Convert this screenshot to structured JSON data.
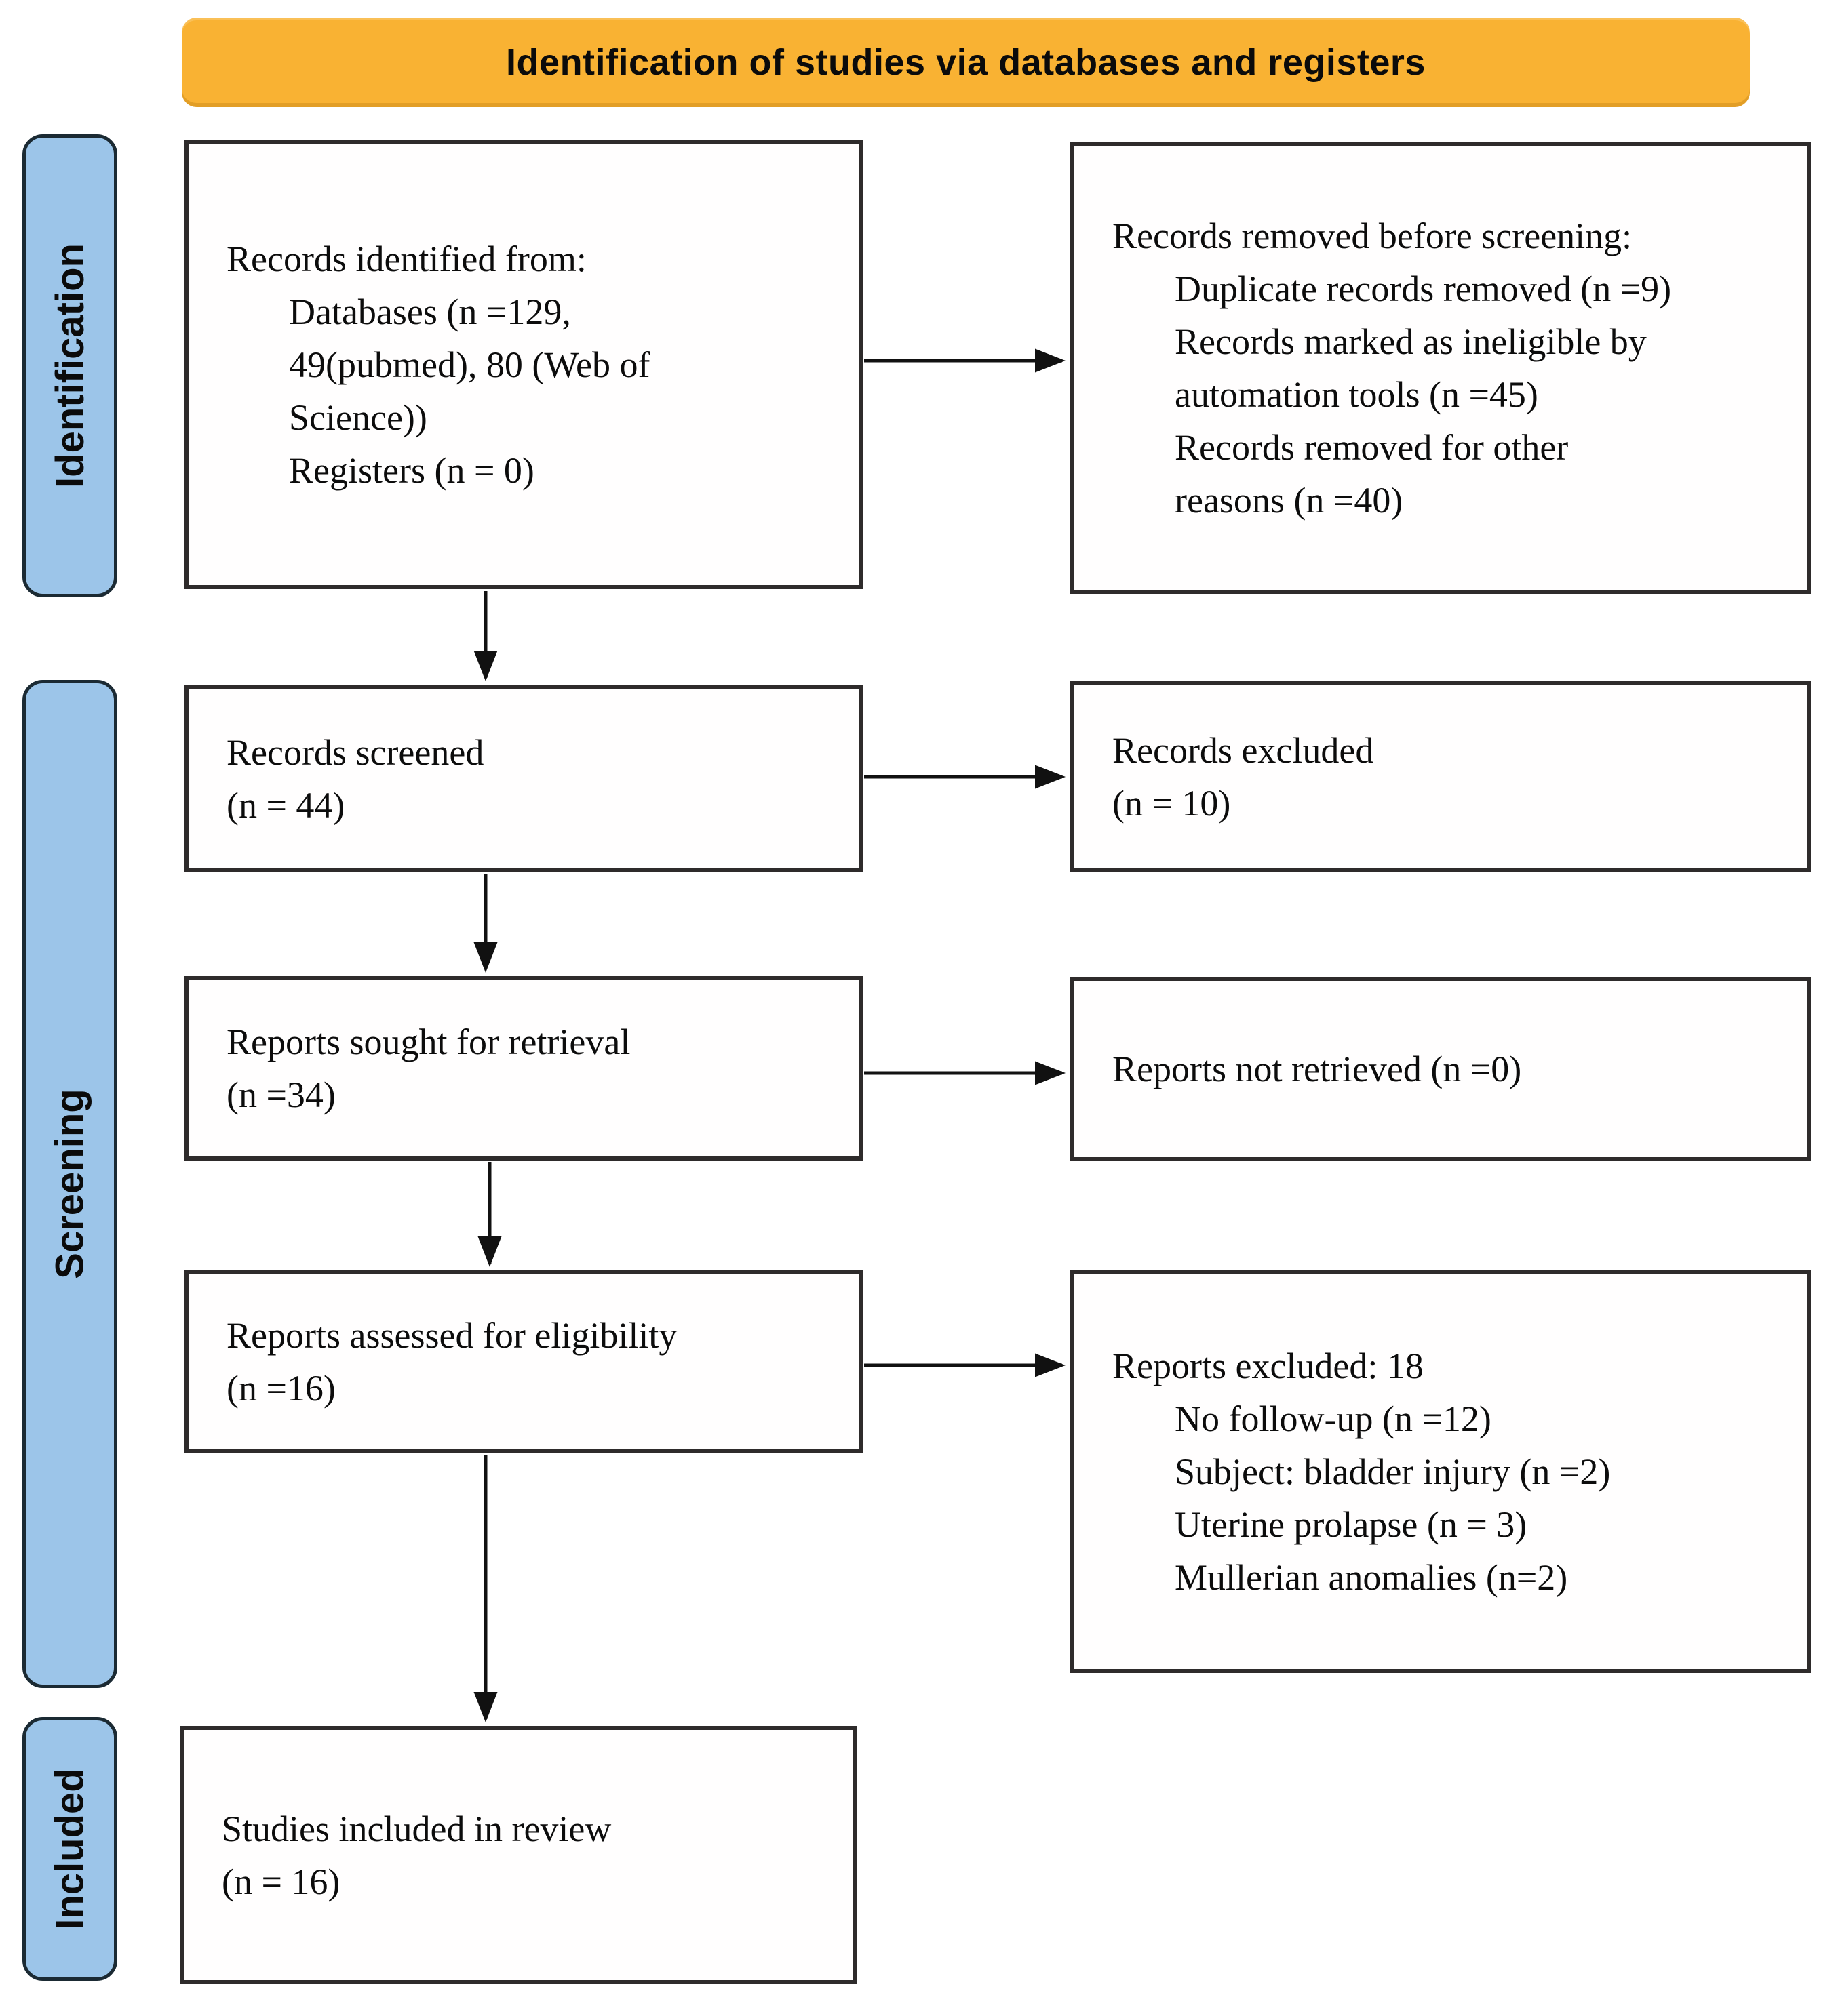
{
  "figure": {
    "kind": "PRISMA flow diagram"
  },
  "banner": {
    "label": "Identification of studies via databases and registers"
  },
  "stages": [
    {
      "label": "Identification"
    },
    {
      "label": "Screening"
    },
    {
      "label": "Included"
    }
  ],
  "boxes": {
    "records_identified": {
      "lines": [
        {
          "text": "Records identified from:",
          "indent": false
        },
        {
          "text": "Databases (n =129,",
          "indent": true
        },
        {
          "text": "49(pubmed), 80 (Web of",
          "indent": true
        },
        {
          "text": "Science))",
          "indent": true
        },
        {
          "text": "Registers (n = 0)",
          "indent": true
        }
      ]
    },
    "records_removed": {
      "lines": [
        {
          "text": "Records removed before screening:",
          "indent": false
        },
        {
          "text": "Duplicate records removed (n =9)",
          "indent": true
        },
        {
          "text": "Records marked as ineligible by",
          "indent": true
        },
        {
          "text": "automation tools (n =45)",
          "indent": true
        },
        {
          "text": "Records removed for other",
          "indent": true
        },
        {
          "text": "reasons (n =40)",
          "indent": true
        }
      ]
    },
    "records_screened": {
      "lines": [
        {
          "text": "Records screened",
          "indent": false
        },
        {
          "text": "(n = 44)",
          "indent": false
        }
      ]
    },
    "records_excluded": {
      "lines": [
        {
          "text": "Records excluded",
          "indent": false
        },
        {
          "text": "(n = 10)",
          "indent": false
        }
      ]
    },
    "reports_sought": {
      "lines": [
        {
          "text": "Reports sought for retrieval",
          "indent": false
        },
        {
          "text": "(n =34)",
          "indent": false
        }
      ]
    },
    "reports_not_retrieved": {
      "lines": [
        {
          "text": "Reports not retrieved (n =0)",
          "indent": false
        }
      ]
    },
    "reports_assessed": {
      "lines": [
        {
          "text": "Reports assessed for eligibility",
          "indent": false
        },
        {
          "text": "(n =16)",
          "indent": false
        }
      ]
    },
    "reports_excluded": {
      "lines": [
        {
          "text": "Reports excluded: 18",
          "indent": false
        },
        {
          "text": "No follow-up (n =12)",
          "indent": true
        },
        {
          "text": "Subject: bladder injury (n =2)",
          "indent": true
        },
        {
          "text": "Uterine prolapse (n = 3)",
          "indent": true
        },
        {
          "text": "Mullerian anomalies (n=2)",
          "indent": true
        }
      ]
    },
    "studies_included": {
      "lines": [
        {
          "text": "Studies included in review",
          "indent": false
        },
        {
          "text": "(n = 16)",
          "indent": false
        }
      ]
    }
  },
  "colors": {
    "banner-bg": "#F9B233",
    "stage-bg": "#9CC5E9",
    "stage-border": "#1b2a33",
    "box-border": "#2e2b2b",
    "ink": "#0c0c0c",
    "arrow": "#111111",
    "canvas-bg": "#ffffff"
  }
}
